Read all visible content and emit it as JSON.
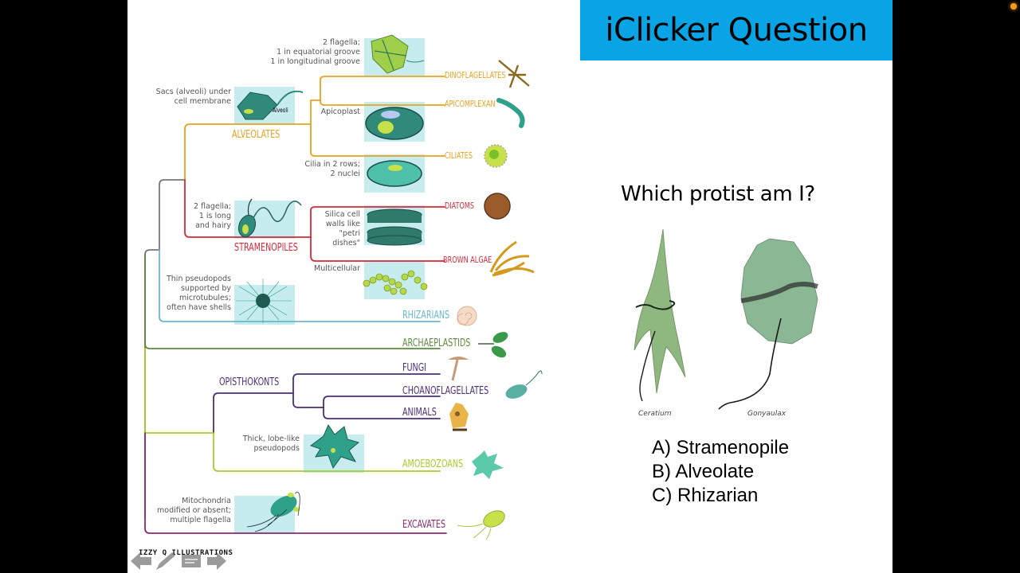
{
  "header": {
    "title": "iClicker Question",
    "bg_color": "#08a4e6"
  },
  "question": {
    "prompt": "Which protist am I?",
    "images": [
      {
        "caption": "Ceratium"
      },
      {
        "caption": "Gonyaulax"
      }
    ],
    "answers": [
      {
        "label": "A) Stramenopile"
      },
      {
        "label": "B) Alveolate"
      },
      {
        "label": "C) Rhizarian"
      }
    ]
  },
  "tree": {
    "groups": {
      "alveolates": {
        "label": "ALVEOLATES",
        "color": "#e8a21e",
        "note": "Sacs (alveoli) under cell membrane",
        "callout": "Alveoli"
      },
      "stramenopiles": {
        "label": "STRAMENOPILES",
        "color": "#d42a3c",
        "note": "2 flagella; 1 is long and hairy"
      },
      "rhizarians": {
        "label": "RHIZARIANS",
        "color": "#6bb6cf",
        "note": "Thin pseudopods supported by microtubules; often have shells"
      },
      "archaeplastids": {
        "label": "ARCHAEPLASTIDS",
        "color": "#5e8a3c"
      },
      "opisthokonts": {
        "label": "OPISTHOKONTS",
        "color": "#4b2f78"
      },
      "amoebozoans": {
        "label": "AMOEBOZOANS",
        "color": "#a9cc2c",
        "note": "Thick, lobe-like pseudopods"
      },
      "excavates": {
        "label": "EXCAVATES",
        "color": "#8a2a6e",
        "note": "Mitochondria modified or absent; multiple flagella"
      }
    },
    "leaves": {
      "dinoflagellates": {
        "label": "DINOFLAGELLATES",
        "note": "2 flagella; 1 in equatorial groove 1 in longitudinal groove"
      },
      "apicomplexan": {
        "label": "APICOMPLEXAN",
        "note": "Apicoplast"
      },
      "ciliates": {
        "label": "CILIATES",
        "note": "Cilia in 2 rows; 2 nuclei"
      },
      "diatoms": {
        "label": "DIATOMS",
        "note": "Silica cell walls like \"petri dishes\""
      },
      "brown_algae": {
        "label": "BROWN ALGAE",
        "note": "Multicellular"
      },
      "fungi": {
        "label": "FUNGI"
      },
      "choanoflagellates": {
        "label": "CHOANOFLAGELLATES"
      },
      "animals": {
        "label": "ANIMALS"
      }
    },
    "credit": "IZZY Q ILLUSTRATIONS"
  },
  "notes": {
    "dino_1": "2 flagella;",
    "dino_2": "1 in equatorial groove",
    "dino_3": "1 in longitudinal groove",
    "alv_1": "Sacs (alveoli) under",
    "alv_2": "cell membrane",
    "apico": "Apicoplast",
    "cil_1": "Cilia in 2 rows;",
    "cil_2": "2 nuclei",
    "str_1": "2 flagella;",
    "str_2": "1 is long",
    "str_3": "and hairy",
    "dia_1": "Silica cell",
    "dia_2": "walls like",
    "dia_3": "\"petri",
    "dia_4": "dishes\"",
    "multi": "Multicellular",
    "rhz_1": "Thin pseudopods",
    "rhz_2": "supported by",
    "rhz_3": "microtubules;",
    "rhz_4": "often have shells",
    "amo_1": "Thick, lobe-like",
    "amo_2": "pseudopods",
    "exc_1": "Mitochondria",
    "exc_2": "modified or absent;",
    "exc_3": "multiple flagella"
  },
  "slideshow_nav": {
    "prev": "previous-slide",
    "pen": "pen-tool",
    "menu": "slide-menu",
    "next": "next-slide"
  }
}
